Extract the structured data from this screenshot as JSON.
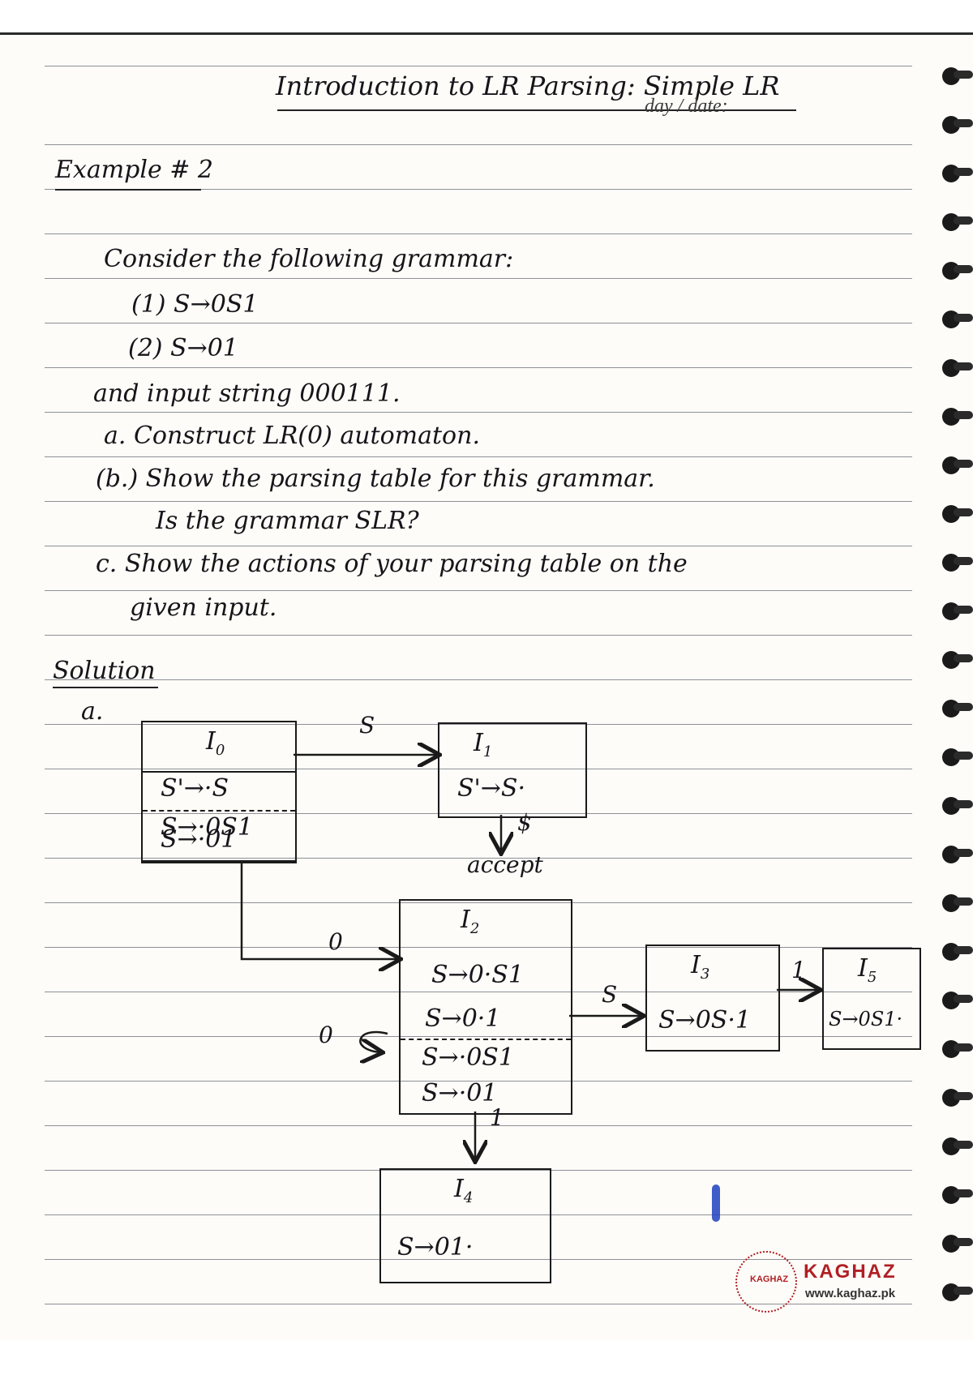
{
  "header": {
    "title": "Introduction to LR Parsing: Simple LR",
    "day_date_label": "day / date:"
  },
  "example": {
    "heading": "Example # 2"
  },
  "problem": {
    "intro": "Consider the following grammar:",
    "rules": [
      "(1) S→0S1",
      "(2) S→01"
    ],
    "input_line": "and input string 000111.",
    "parts": [
      "a. Construct LR(0) automaton.",
      "(b.) Show the parsing table for this grammar.",
      "Is the grammar SLR?",
      "c. Show the actions of your parsing table on the",
      "given input."
    ]
  },
  "solution": {
    "heading": "Solution",
    "part_label": "a.",
    "states": {
      "I0": {
        "label": "I",
        "sub": "0",
        "items": [
          "S'→·S",
          "S→·0S1",
          "S→·01"
        ]
      },
      "I1": {
        "label": "I",
        "sub": "1",
        "items": [
          "S'→S·"
        ]
      },
      "I2": {
        "label": "I",
        "sub": "2",
        "items": [
          "S→0·S1",
          "S→0·1",
          "S→·0S1",
          "S→·01"
        ]
      },
      "I3": {
        "label": "I",
        "sub": "3",
        "items": [
          "S→0S·1"
        ]
      },
      "I4": {
        "label": "I",
        "sub": "4",
        "items": [
          "S→01·"
        ]
      },
      "I5": {
        "label": "I",
        "sub": "5",
        "items": [
          "S→0S1·"
        ]
      }
    },
    "transitions": {
      "i0_i1": "S",
      "i1_accept": "$",
      "accept_label": "accept",
      "i0_i2": "0",
      "i2_self": "0",
      "i2_i3": "S",
      "i3_i5": "1",
      "i2_i4": "1"
    }
  },
  "logo": {
    "name": "KAGHAZ",
    "inner": "KAGHAZ",
    "url": "www.kaghaz.pk",
    "color": "#b01f24"
  }
}
